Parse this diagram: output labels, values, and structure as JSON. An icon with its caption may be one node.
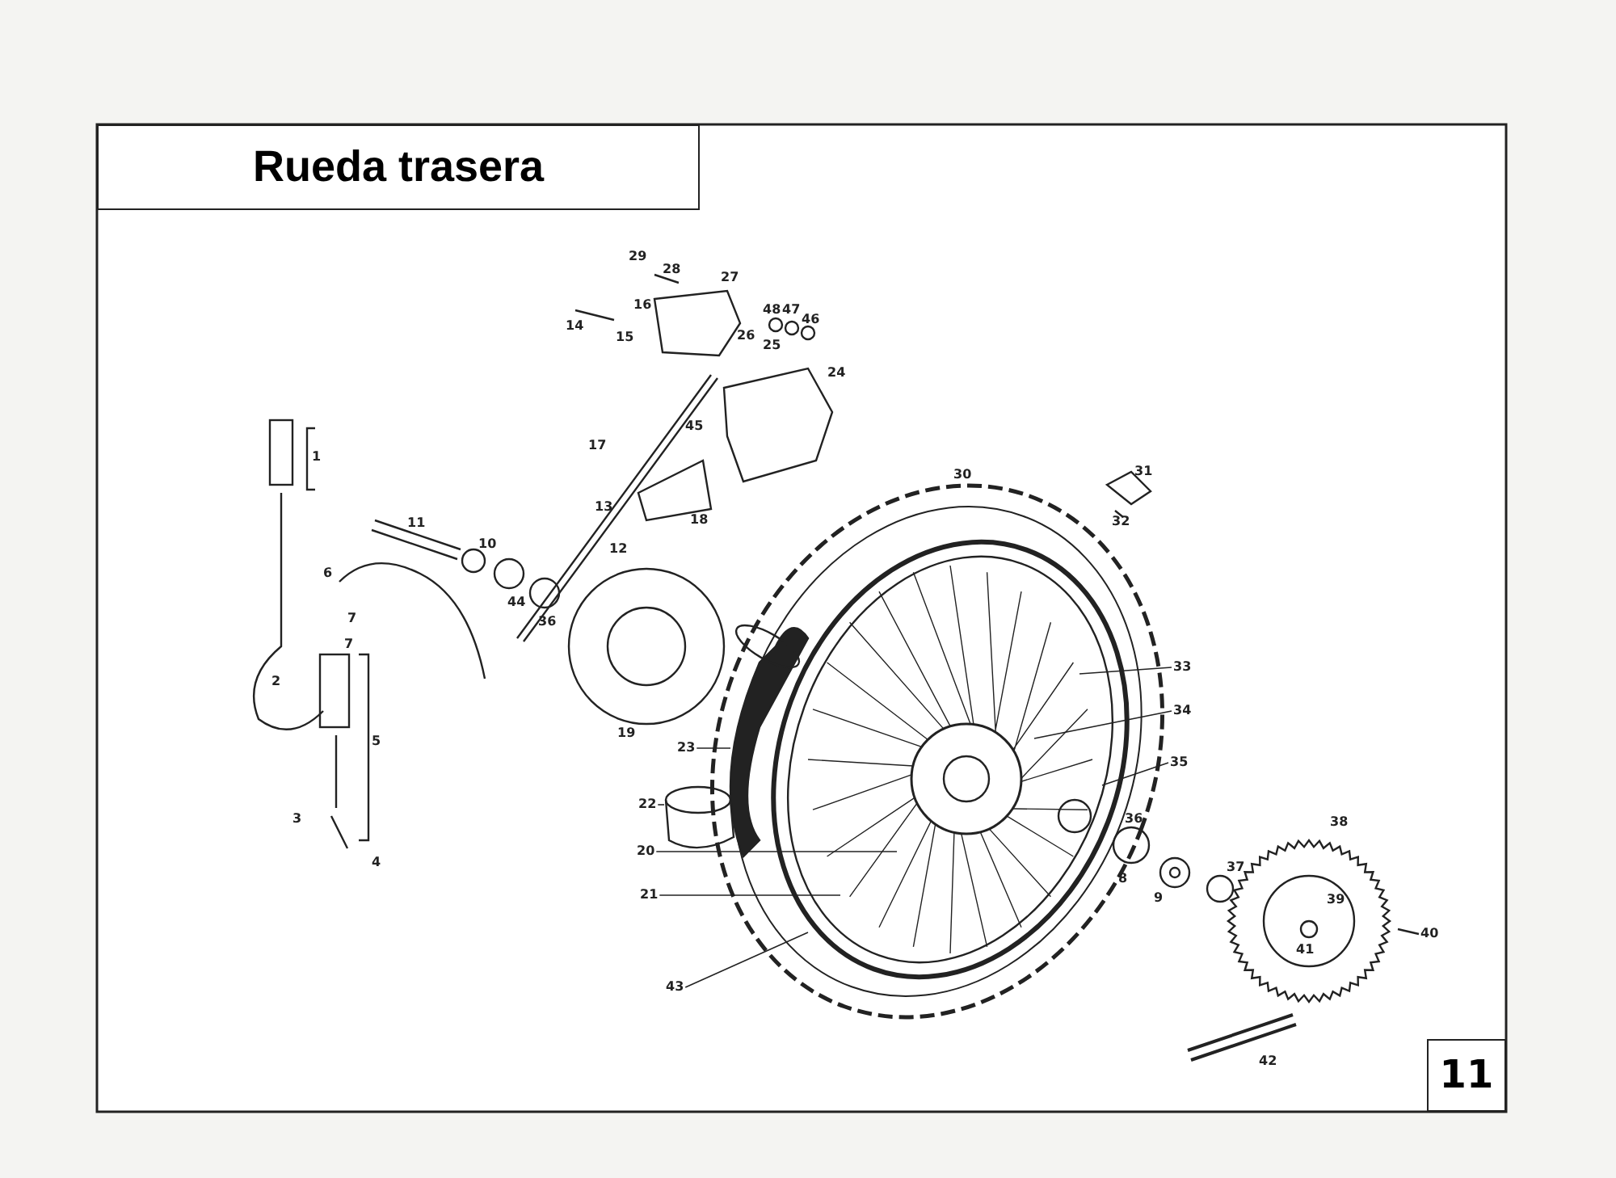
{
  "diagram": {
    "nodes": [
      {
        "text": [
          "Rueda trasera"
        ]
      },
      {
        "text": [
          "11"
        ]
      },
      {
        "text": [
          "33"
        ]
      },
      {
        "text": [
          "34"
        ]
      },
      {
        "text": [
          "35"
        ]
      },
      {
        "text": [
          "23"
        ]
      },
      {
        "text": [
          "22"
        ]
      },
      {
        "text": [
          "20"
        ]
      },
      {
        "text": [
          "21"
        ]
      },
      {
        "text": [
          "43"
        ]
      }
    ],
    "edges": [
      {
        "from": 2,
        "to": null,
        "arrow": "none"
      },
      {
        "from": 3,
        "to": null,
        "arrow": "none"
      },
      {
        "from": 4,
        "to": null,
        "arrow": "none"
      },
      {
        "from": 5,
        "to": null,
        "arrow": "none"
      },
      {
        "from": 6,
        "to": null,
        "arrow": "none"
      },
      {
        "from": 7,
        "to": null,
        "arrow": "none"
      },
      {
        "from": 8,
        "to": null,
        "arrow": "none"
      },
      {
        "from": 9,
        "to": null,
        "arrow": "none"
      }
    ],
    "labels": [
      "29",
      "28",
      "27",
      "16",
      "14",
      "15",
      "48",
      "47",
      "46",
      "26",
      "25",
      "24",
      "45",
      "17",
      "1",
      "30",
      "31",
      "11",
      "13",
      "18",
      "32",
      "10",
      "12",
      "6",
      "44",
      "7",
      "36",
      "7",
      "2",
      "19",
      "5",
      "3",
      "36",
      "38",
      "4",
      "37",
      "8",
      "9",
      "39",
      "40",
      "41",
      "42"
    ]
  }
}
